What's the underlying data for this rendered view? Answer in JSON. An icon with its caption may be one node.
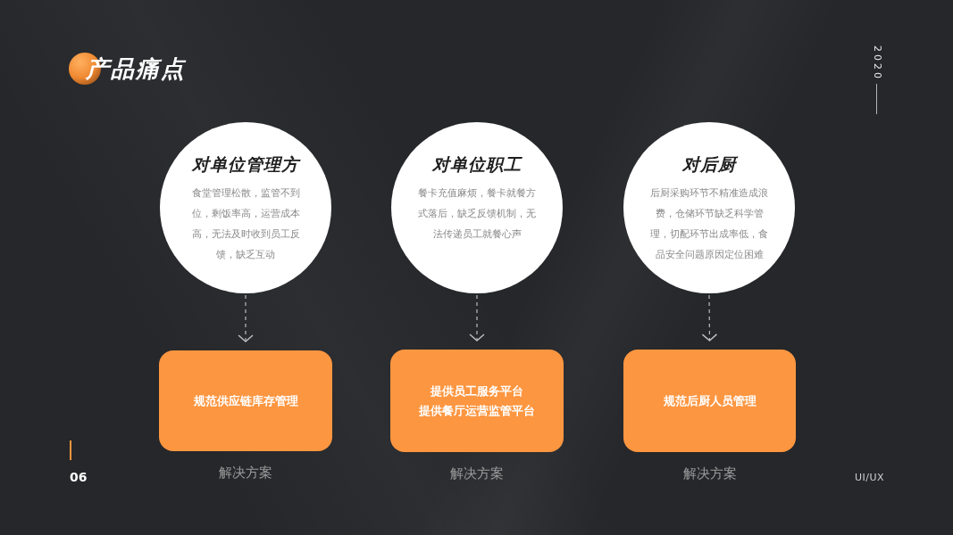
{
  "diagram": {
    "title": "产品痛点",
    "nodes": [
      {
        "text": [
          "对单位管理方",
          "食堂管理松散，监管不到位，剩饭率高，运营成本高，无法及时收到员工反馈，缺乏互动"
        ]
      },
      {
        "text": [
          "对单位职工",
          "餐卡充值麻烦，餐卡就餐方式落后，缺乏反馈机制，无法传递员工就餐心声"
        ]
      },
      {
        "text": [
          "对后厨",
          "后厨采购环节不精准造成浪费，仓储环节缺乏科学管理，切配环节出成率低，食品安全问题原因定位困难"
        ]
      },
      {
        "text": [
          "规范供应链库存管理"
        ],
        "beside": [
          "解决方案"
        ]
      },
      {
        "text": [
          "提供员工服务平台",
          "提供餐厅运营监管平台"
        ],
        "beside": [
          "解决方案"
        ]
      },
      {
        "text": [
          "规范后厨人员管理"
        ],
        "beside": [
          "解决方案"
        ]
      }
    ],
    "edges": [
      {
        "from": 0,
        "to": 3,
        "arrow": "to",
        "style": "dashed"
      },
      {
        "from": 1,
        "to": 4,
        "arrow": "to",
        "style": "dashed"
      },
      {
        "from": 2,
        "to": 5,
        "arrow": "to",
        "style": "dashed"
      }
    ],
    "labels": [
      "2020",
      "06",
      "UI/UX"
    ]
  }
}
